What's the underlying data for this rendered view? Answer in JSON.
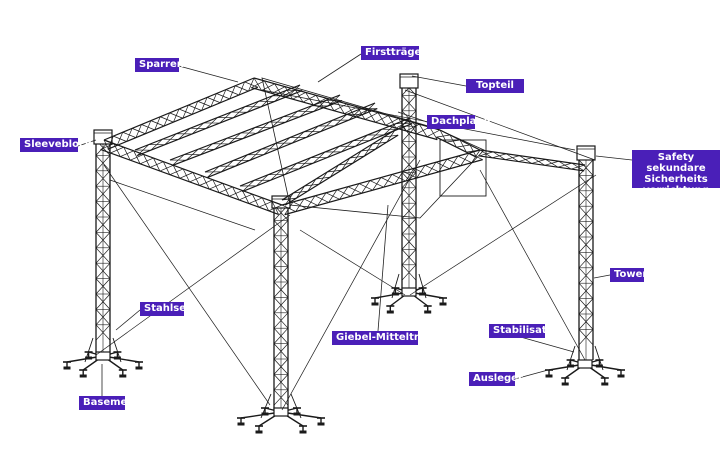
{
  "labels": {
    "sparren": "Sparren",
    "firsttraeger": "Firstträger",
    "topteil": "Topteil",
    "dachplane": "Dachplane",
    "sleeveblock": "Sleeveblock",
    "safety_line1": "Safety sekundare",
    "safety_line2": "Sicherheits",
    "safety_line3": "vorrichtung",
    "tower": "Tower",
    "stahlseil": "Stahlseil",
    "giebel": "Giebel-Mittelträger",
    "stabilisator": "Stabilisator",
    "ausleger": "Ausleger",
    "basement": "Basement"
  },
  "colors": {
    "label_background": "#4a1fb8",
    "label_text": "#ffffff",
    "line": "#1a1a1a",
    "leader_line": "#222222"
  }
}
